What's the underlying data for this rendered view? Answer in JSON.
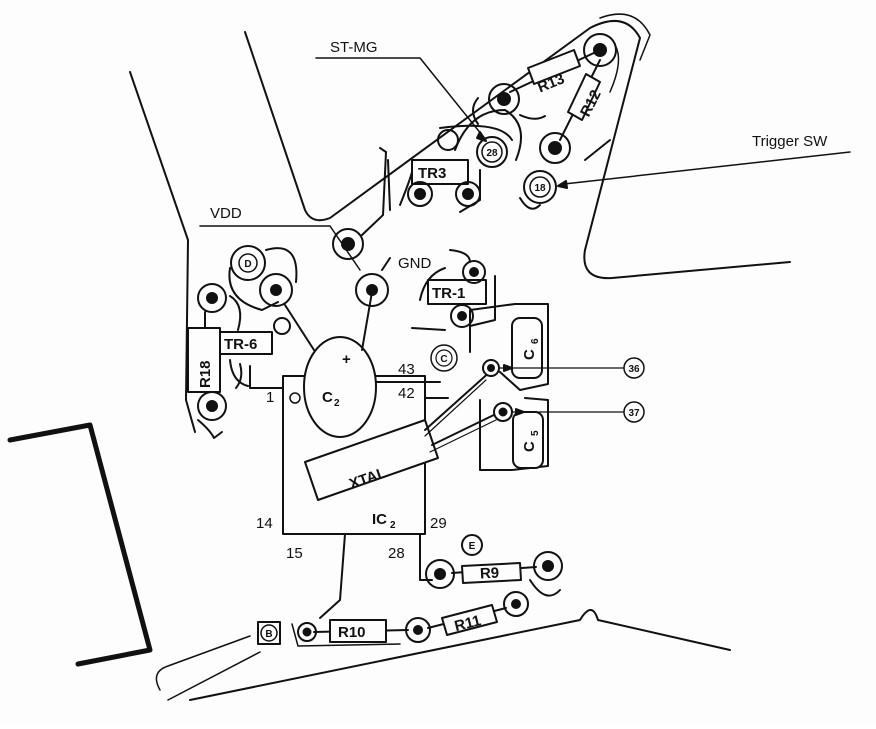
{
  "title_labels": {
    "st_mg": "ST-MG",
    "trigger_sw": "Trigger SW",
    "vdd": "VDD",
    "gnd": "GND"
  },
  "components": {
    "r13": "R13",
    "r12": "R12",
    "tr3": "TR3",
    "tr1": "TR-1",
    "tr6": "TR-6",
    "r18": "R18",
    "c2": "C",
    "c2_sub": "2",
    "c6": "C",
    "c6_sub": "6",
    "c5": "C",
    "c5_sub": "5",
    "xtal": "XTAL",
    "ic2": "IC",
    "ic2_sub": "2",
    "r9": "R9",
    "r10": "R10",
    "r11": "R11",
    "plus": "+"
  },
  "pins": {
    "p1": "1",
    "p43": "43",
    "p42": "42",
    "p14": "14",
    "p15": "15",
    "p28": "28",
    "p29": "29"
  },
  "terminals": {
    "t28": "28",
    "t18": "18",
    "t36": "36",
    "t37": "37",
    "tD": "D",
    "tC": "C",
    "tE": "E",
    "tB": "B"
  },
  "colors": {
    "ink": "#111111",
    "paper": "#fdfdfd"
  }
}
